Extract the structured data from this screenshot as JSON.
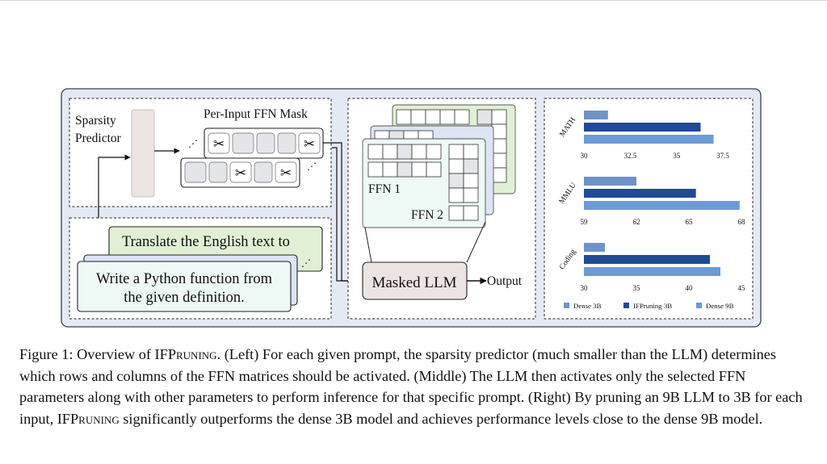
{
  "left_panel": {
    "predictor_label": [
      "Sparsity",
      "Predictor"
    ],
    "mask_label": "Per-Input FFN Mask",
    "prompt_back": "Translate the English text to",
    "prompt_front": [
      "Write a Python function from",
      "the given definition."
    ],
    "ellipsis": "..."
  },
  "middle_panel": {
    "ffn1_label": "FFN 1",
    "ffn2_label": "FFN 2",
    "masked_llm_label": "Masked LLM",
    "output_label": "Output"
  },
  "colors": {
    "panel_bg": "#e4e9f3",
    "panel_border": "#3a3e48",
    "dense3b": "#7192c8",
    "ifpruning3b": "#214a96",
    "dense9b": "#6c9ad6",
    "prompt_green": "#e1f0d5",
    "prompt_blue": "#dde4f4",
    "prompt_mint": "#eef8f5",
    "predictor_fill": "#ebe4e2"
  },
  "chart_data": {
    "type": "bar",
    "orientation": "horizontal",
    "legend_position": "bottom",
    "series": [
      {
        "name": "Dense 3B"
      },
      {
        "name": "IFPruning 3B"
      },
      {
        "name": "Dense 9B"
      }
    ],
    "panels": [
      {
        "label": "MATH",
        "ticks": [
          "30",
          "32.5",
          "35",
          "37.5"
        ],
        "xlim": [
          30,
          38.5
        ],
        "values": [
          31.3,
          36.3,
          37.0
        ]
      },
      {
        "label": "MMLU",
        "ticks": [
          "59",
          "62",
          "65",
          "68"
        ],
        "xlim": [
          59,
          68
        ],
        "values": [
          62.0,
          65.4,
          67.9
        ]
      },
      {
        "label": "Coding",
        "ticks": [
          "30",
          "35",
          "40",
          "45"
        ],
        "xlim": [
          30,
          45
        ],
        "values": [
          32.0,
          42.0,
          43.0
        ]
      }
    ]
  },
  "caption": {
    "fig_label": "Figure 1:",
    "intro": "Overview of IF",
    "name_sc": "Pruning",
    "body_1": ". (Left) For each given prompt, the sparsity predictor (much smaller than the LLM) determines which rows and columns of the FFN matrices should be activated. (Middle) The LLM then activates only the selected FFN parameters along with other parameters to perform inference for that specific prompt. (Right) By pruning an 9B LLM to 3B for each input, IF",
    "body_2": " significantly outperforms the dense 3B model and achieves performance levels close to the dense 9B model."
  }
}
